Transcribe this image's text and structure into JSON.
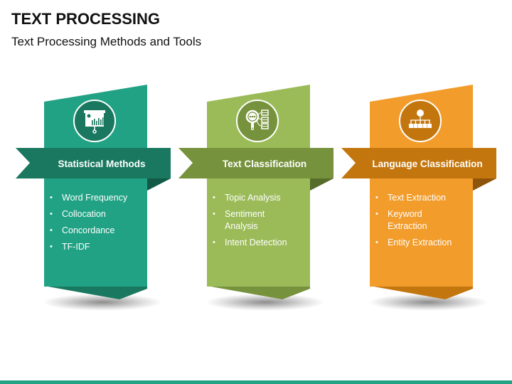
{
  "header": {
    "title": "TEXT PROCESSING",
    "subtitle": "Text Processing Methods and Tools"
  },
  "theme": {
    "bottom_bar_color": "#21a284"
  },
  "cards": [
    {
      "label": "Statistical Methods",
      "icon": "presentation-chart-icon",
      "colors": {
        "body": "#21a284",
        "ribbon": "#19785f",
        "fold": "#125a47",
        "bottom": "#19785f",
        "icon_circle": "#19785f"
      },
      "items": [
        "Word Frequency",
        "Collocation",
        "Concordance",
        "TF-IDF"
      ]
    },
    {
      "label": "Text Classification",
      "icon": "magnifier-document-list-icon",
      "colors": {
        "body": "#9bbb59",
        "ribbon": "#76923c",
        "fold": "#566c2a",
        "bottom": "#76923c",
        "icon_circle": "#76923c"
      },
      "items": [
        "Topic Analysis",
        "Sentiment Analysis",
        "Intent Detection"
      ]
    },
    {
      "label": "Language Classification",
      "icon": "hierarchy-tree-icon",
      "colors": {
        "body": "#f29c2b",
        "ribbon": "#c4760e",
        "fold": "#8e5409",
        "bottom": "#c4760e",
        "icon_circle": "#c4760e"
      },
      "items": [
        "Text Extraction",
        "Keyword Extraction",
        "Entity Extraction"
      ]
    }
  ],
  "bullet_char": "•"
}
